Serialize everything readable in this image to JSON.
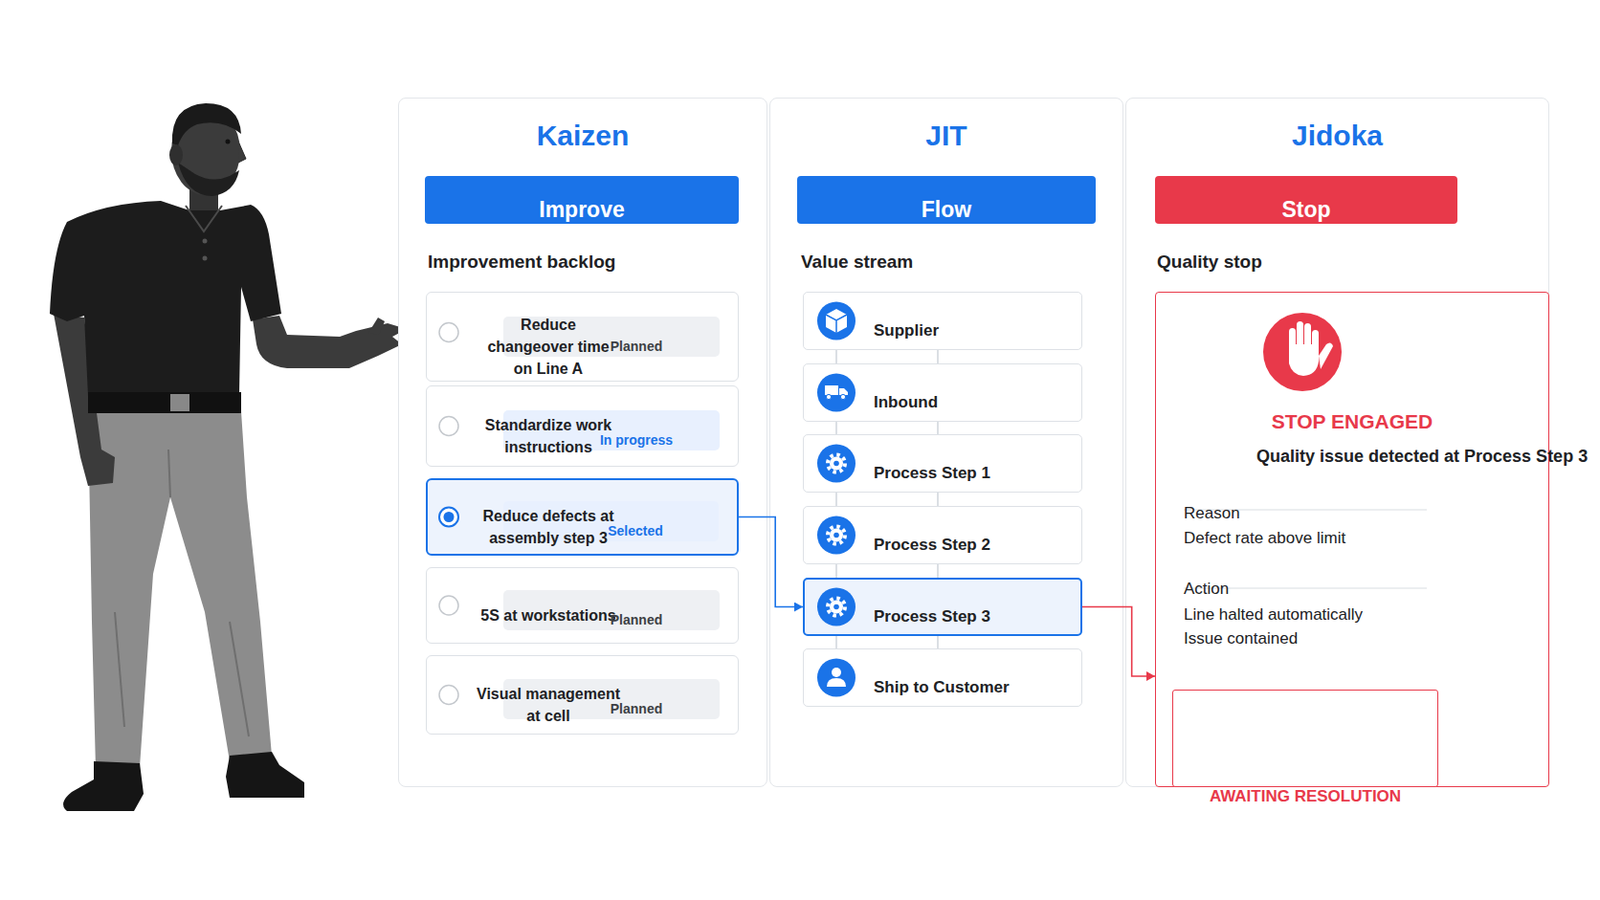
{
  "diagram": {
    "nodes": [
      {
        "text": [
          "Kaizen",
          "Improvement backlog"
        ]
      },
      {
        "text": [
          "Improve"
        ],
        "in": 0
      },
      {
        "text": [
          "Reduce changeover time on Line A"
        ],
        "in": 0
      },
      {
        "text": [
          "Planned"
        ],
        "in": 2
      },
      {
        "text": [
          "Standardize work instructions"
        ],
        "in": 0
      },
      {
        "text": [
          "In progress"
        ],
        "in": 4
      },
      {
        "text": [
          "Reduce defects at assembly step 3"
        ],
        "in": 0
      },
      {
        "text": [
          "Selected"
        ],
        "in": 6
      },
      {
        "text": [
          "5S at workstations"
        ],
        "in": 0
      },
      {
        "text": [
          "Planned"
        ],
        "in": 8
      },
      {
        "text": [
          "Visual management at cell"
        ],
        "in": 0
      },
      {
        "text": [
          "Planned"
        ],
        "in": 10
      },
      {
        "text": [
          "JIT",
          "Value stream"
        ]
      },
      {
        "text": [
          "Flow"
        ],
        "in": 12
      },
      {
        "text": [
          "Supplier"
        ],
        "in": 12
      },
      {
        "text": [
          "Inbound"
        ],
        "in": 12
      },
      {
        "text": [
          "Process Step 1"
        ],
        "in": 12
      },
      {
        "text": [
          "Process Step 2"
        ],
        "in": 12
      },
      {
        "text": [
          "Process Step 3"
        ],
        "in": 12
      },
      {
        "text": [
          "Ship to Customer"
        ],
        "in": 12
      },
      {
        "text": [
          "Jidoka",
          "Quality stop"
        ]
      },
      {
        "text": [
          "Stop"
        ],
        "in": 20
      },
      {
        "text": [
          "STOP ENGAGED",
          "Quality issue detected at Process Step 3",
          "Reason",
          "Defect rate above limit",
          "Action",
          "Line halted automatically",
          "Issue contained"
        ],
        "in": 20
      },
      {
        "text": [
          "AWAITING RESOLUTION"
        ],
        "in": 22
      }
    ],
    "edges": [
      {
        "from": 14,
        "to": 15,
        "arrow": "none"
      },
      {
        "from": 15,
        "to": 16,
        "arrow": "none"
      },
      {
        "from": 16,
        "to": 17,
        "arrow": "none"
      },
      {
        "from": 17,
        "to": 18,
        "arrow": "none"
      },
      {
        "from": 18,
        "to": 19,
        "arrow": "none"
      },
      {
        "from": 6,
        "to": 18,
        "arrow": "to"
      },
      {
        "from": 18,
        "to": 22,
        "arrow": "to"
      }
    ]
  }
}
